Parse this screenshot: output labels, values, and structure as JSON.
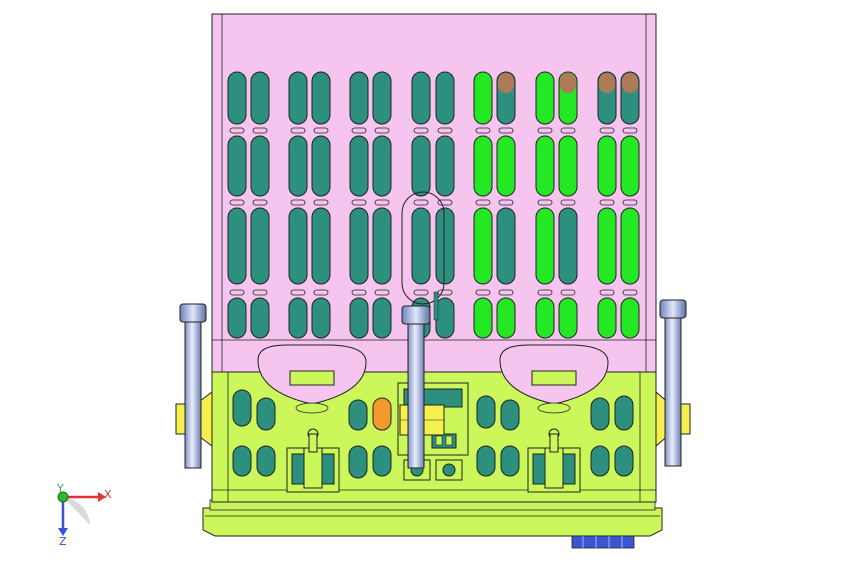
{
  "triad": {
    "x_label": "X",
    "y_label": "Y",
    "z_label": "Z"
  },
  "colors": {
    "background": "#ffffff",
    "upper_body": "#f5c4ef",
    "lower_body": "#ccf75a",
    "cavity": "#2d8f7d",
    "bright_green": "#23e823",
    "brown": "#b07a58",
    "yellow": "#f6f04e",
    "orange": "#f39a2d",
    "cyan": "#aef3f3",
    "pin": "#b8c8f0",
    "edge": "#222222",
    "triad_x": "#e23434",
    "triad_y": "#2fb72f",
    "triad_z": "#3a4fd6"
  }
}
